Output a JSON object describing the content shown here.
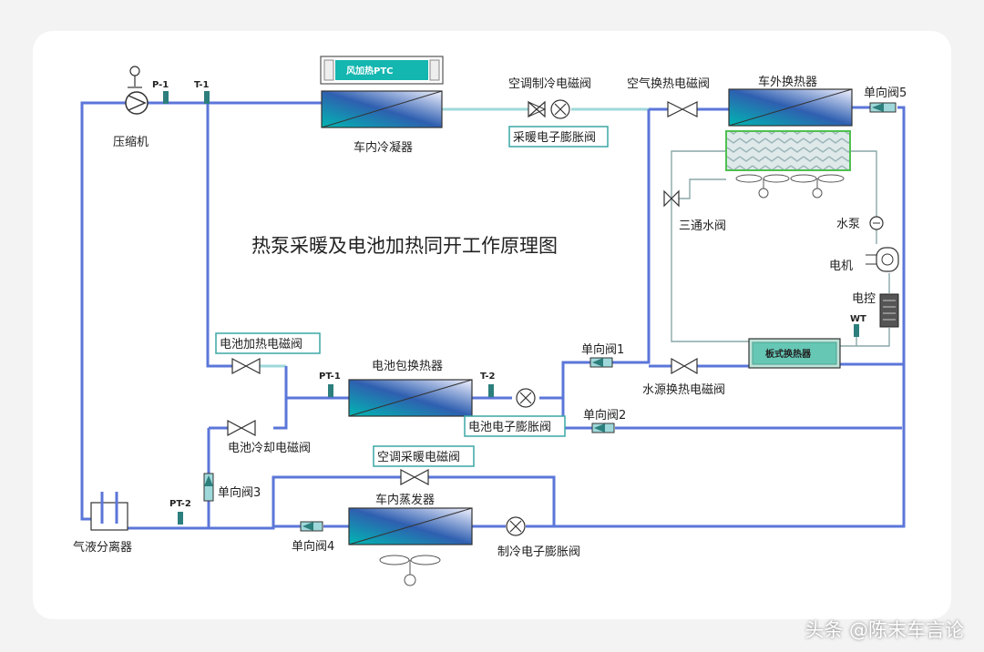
{
  "diagram": {
    "title": "热泵采暖及电池加热同开工作原理图",
    "labels": {
      "compressor": "压缩机",
      "p1": "P-1",
      "t1": "T-1",
      "ptc": "风加热PTC",
      "cabin_condenser": "车内冷凝器",
      "ac_cooling_valve": "空调制冷电磁阀",
      "heating_exv": "采暖电子膨胀阀",
      "air_hx_valve": "空气换热电磁阀",
      "outdoor_hx": "车外换热器",
      "check5": "单向阀5",
      "three_way": "三通水阀",
      "pump": "水泵",
      "motor": "电机",
      "controller": "电控",
      "wt": "WT",
      "plate_hx": "板式换热器",
      "water_hx_valve": "水源换热电磁阀",
      "check1": "单向阀1",
      "battery_hx": "电池包换热器",
      "pt1": "PT-1",
      "t2": "T-2",
      "battery_heat_valve": "电池加热电磁阀",
      "battery_exv": "电池电子膨胀阀",
      "check2": "单向阀2",
      "battery_cool_valve": "电池冷却电磁阀",
      "check3": "单向阀3",
      "pt2": "PT-2",
      "ac_heating_valve": "空调采暖电磁阀",
      "evaporator": "车内蒸发器",
      "check4": "单向阀4",
      "cooling_exv": "制冷电子膨胀阀",
      "separator": "气液分离器"
    }
  },
  "watermark": "头条 @陈末车言论",
  "colors": {
    "pipe_hot": "#5b76d9",
    "pipe_cool": "#9fd8da",
    "box_border": "#3aa7a5",
    "water_line": "#8aa7a8"
  }
}
